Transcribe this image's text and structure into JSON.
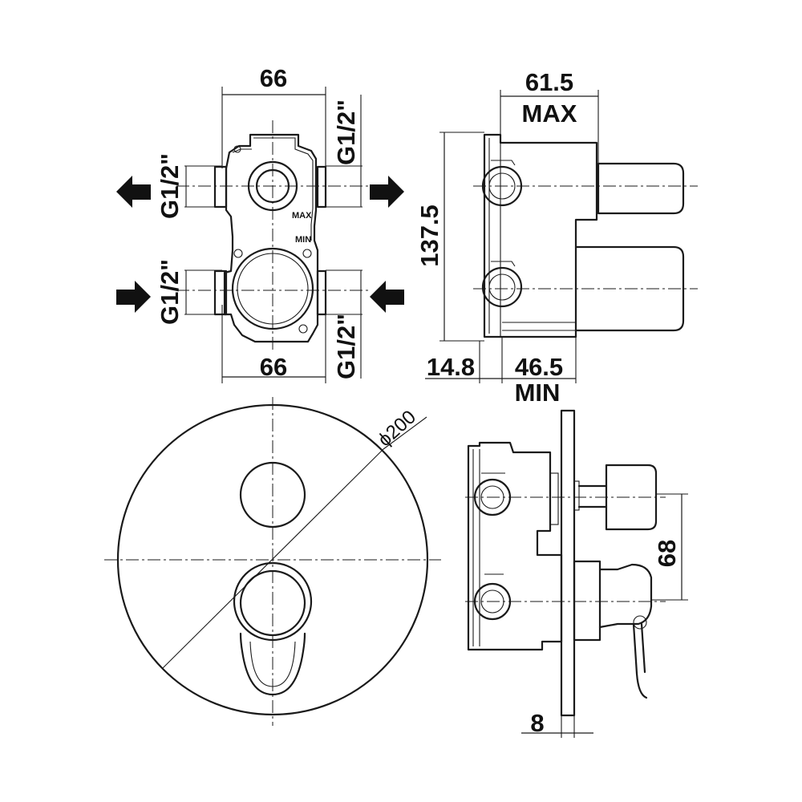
{
  "dimensions": {
    "top_width": "66",
    "bottom_width": "66",
    "thread_top_left": "G1/2\"",
    "thread_bottom_left": "G1/2\"",
    "thread_top_right": "G1/2\"",
    "thread_bottom_right": "G1/2\"",
    "depth_max": "61.5",
    "depth_max_label": "MAX",
    "height": "137.5",
    "offset": "14.8",
    "depth_min": "46.5",
    "depth_min_label": "MIN",
    "plate_diameter": "ϕ200",
    "axis_distance": "68",
    "plate_thickness": "8"
  },
  "body_labels": {
    "max": "MAX",
    "min": "MIN"
  }
}
